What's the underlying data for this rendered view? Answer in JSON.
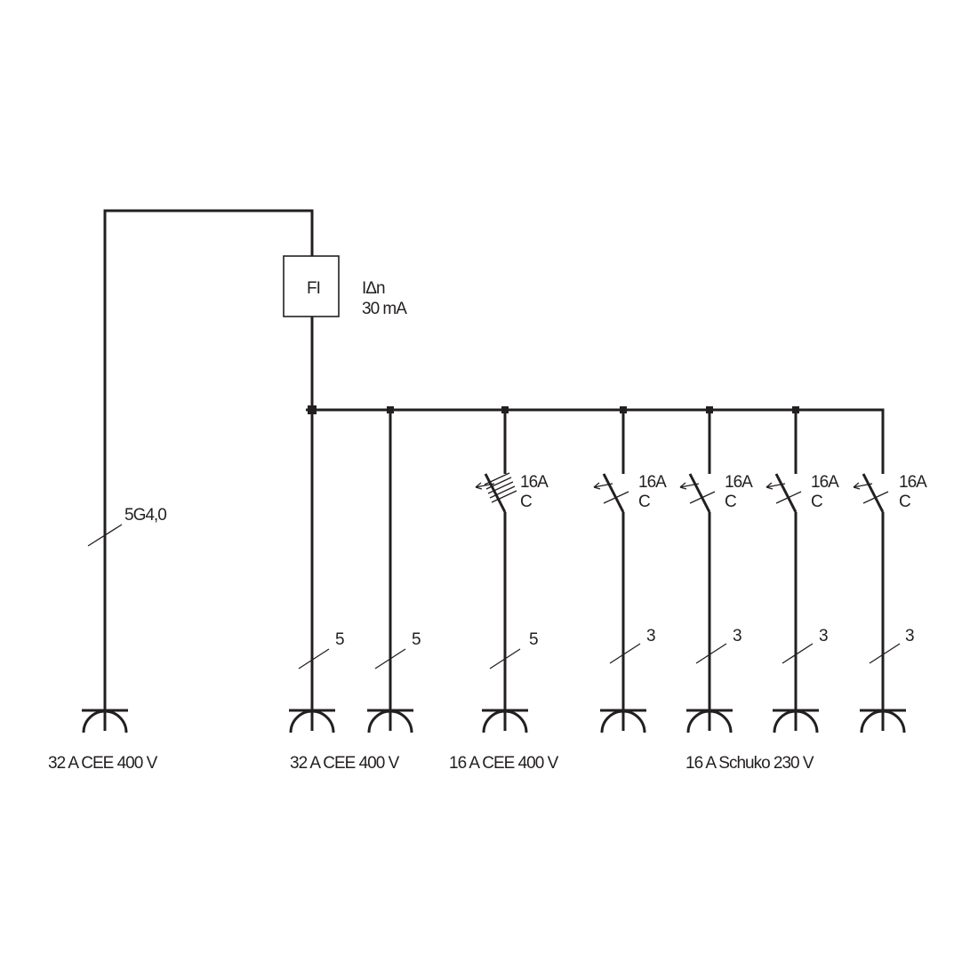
{
  "rcd": {
    "label": "FI",
    "rating_line1": "IΔn",
    "rating_line2": "30 mA"
  },
  "supply": {
    "cable": "5G4,0",
    "socket_label": "32 A CEE 400 V"
  },
  "breakers": [
    {
      "rating": "16A",
      "curve": "C"
    },
    {
      "rating": "16A",
      "curve": "C"
    },
    {
      "rating": "16A",
      "curve": "C"
    },
    {
      "rating": "16A",
      "curve": "C"
    },
    {
      "rating": "16A",
      "curve": "C"
    }
  ],
  "conductor_counts": [
    "5",
    "5",
    "5",
    "3",
    "3",
    "3",
    "3"
  ],
  "outlet_groups": [
    {
      "label": "32 A CEE 400 V"
    },
    {
      "label": "16 A CEE 400 V"
    },
    {
      "label": "16 A Schuko 230 V"
    }
  ],
  "colors": {
    "line": "#231f20",
    "background": "#ffffff"
  }
}
